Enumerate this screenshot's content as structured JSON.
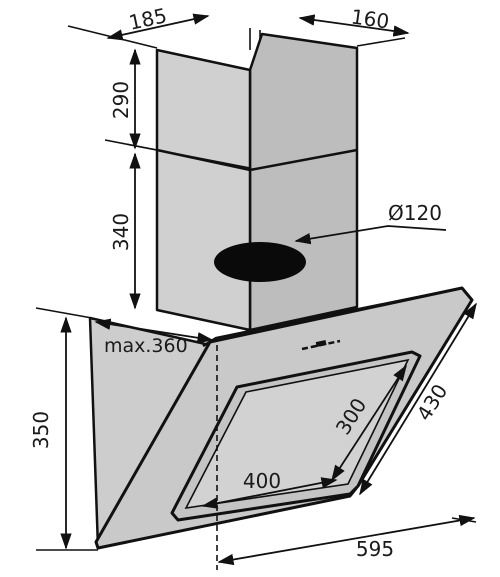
{
  "dimensions": {
    "chimney_width": "185",
    "chimney_depth": "160",
    "upper_chimney_height": "290",
    "lower_chimney_height": "340",
    "duct_diameter": "Ø120",
    "max_depth": "max.360",
    "body_height": "350",
    "glass_depth": "430",
    "filter_depth": "300",
    "filter_width": "400",
    "total_width": "595"
  },
  "colors": {
    "panel_fill": "#cfcfcf",
    "panel_fill_dark": "#b9b9b9",
    "outline": "#111111",
    "duct": "#0a0a0a"
  }
}
